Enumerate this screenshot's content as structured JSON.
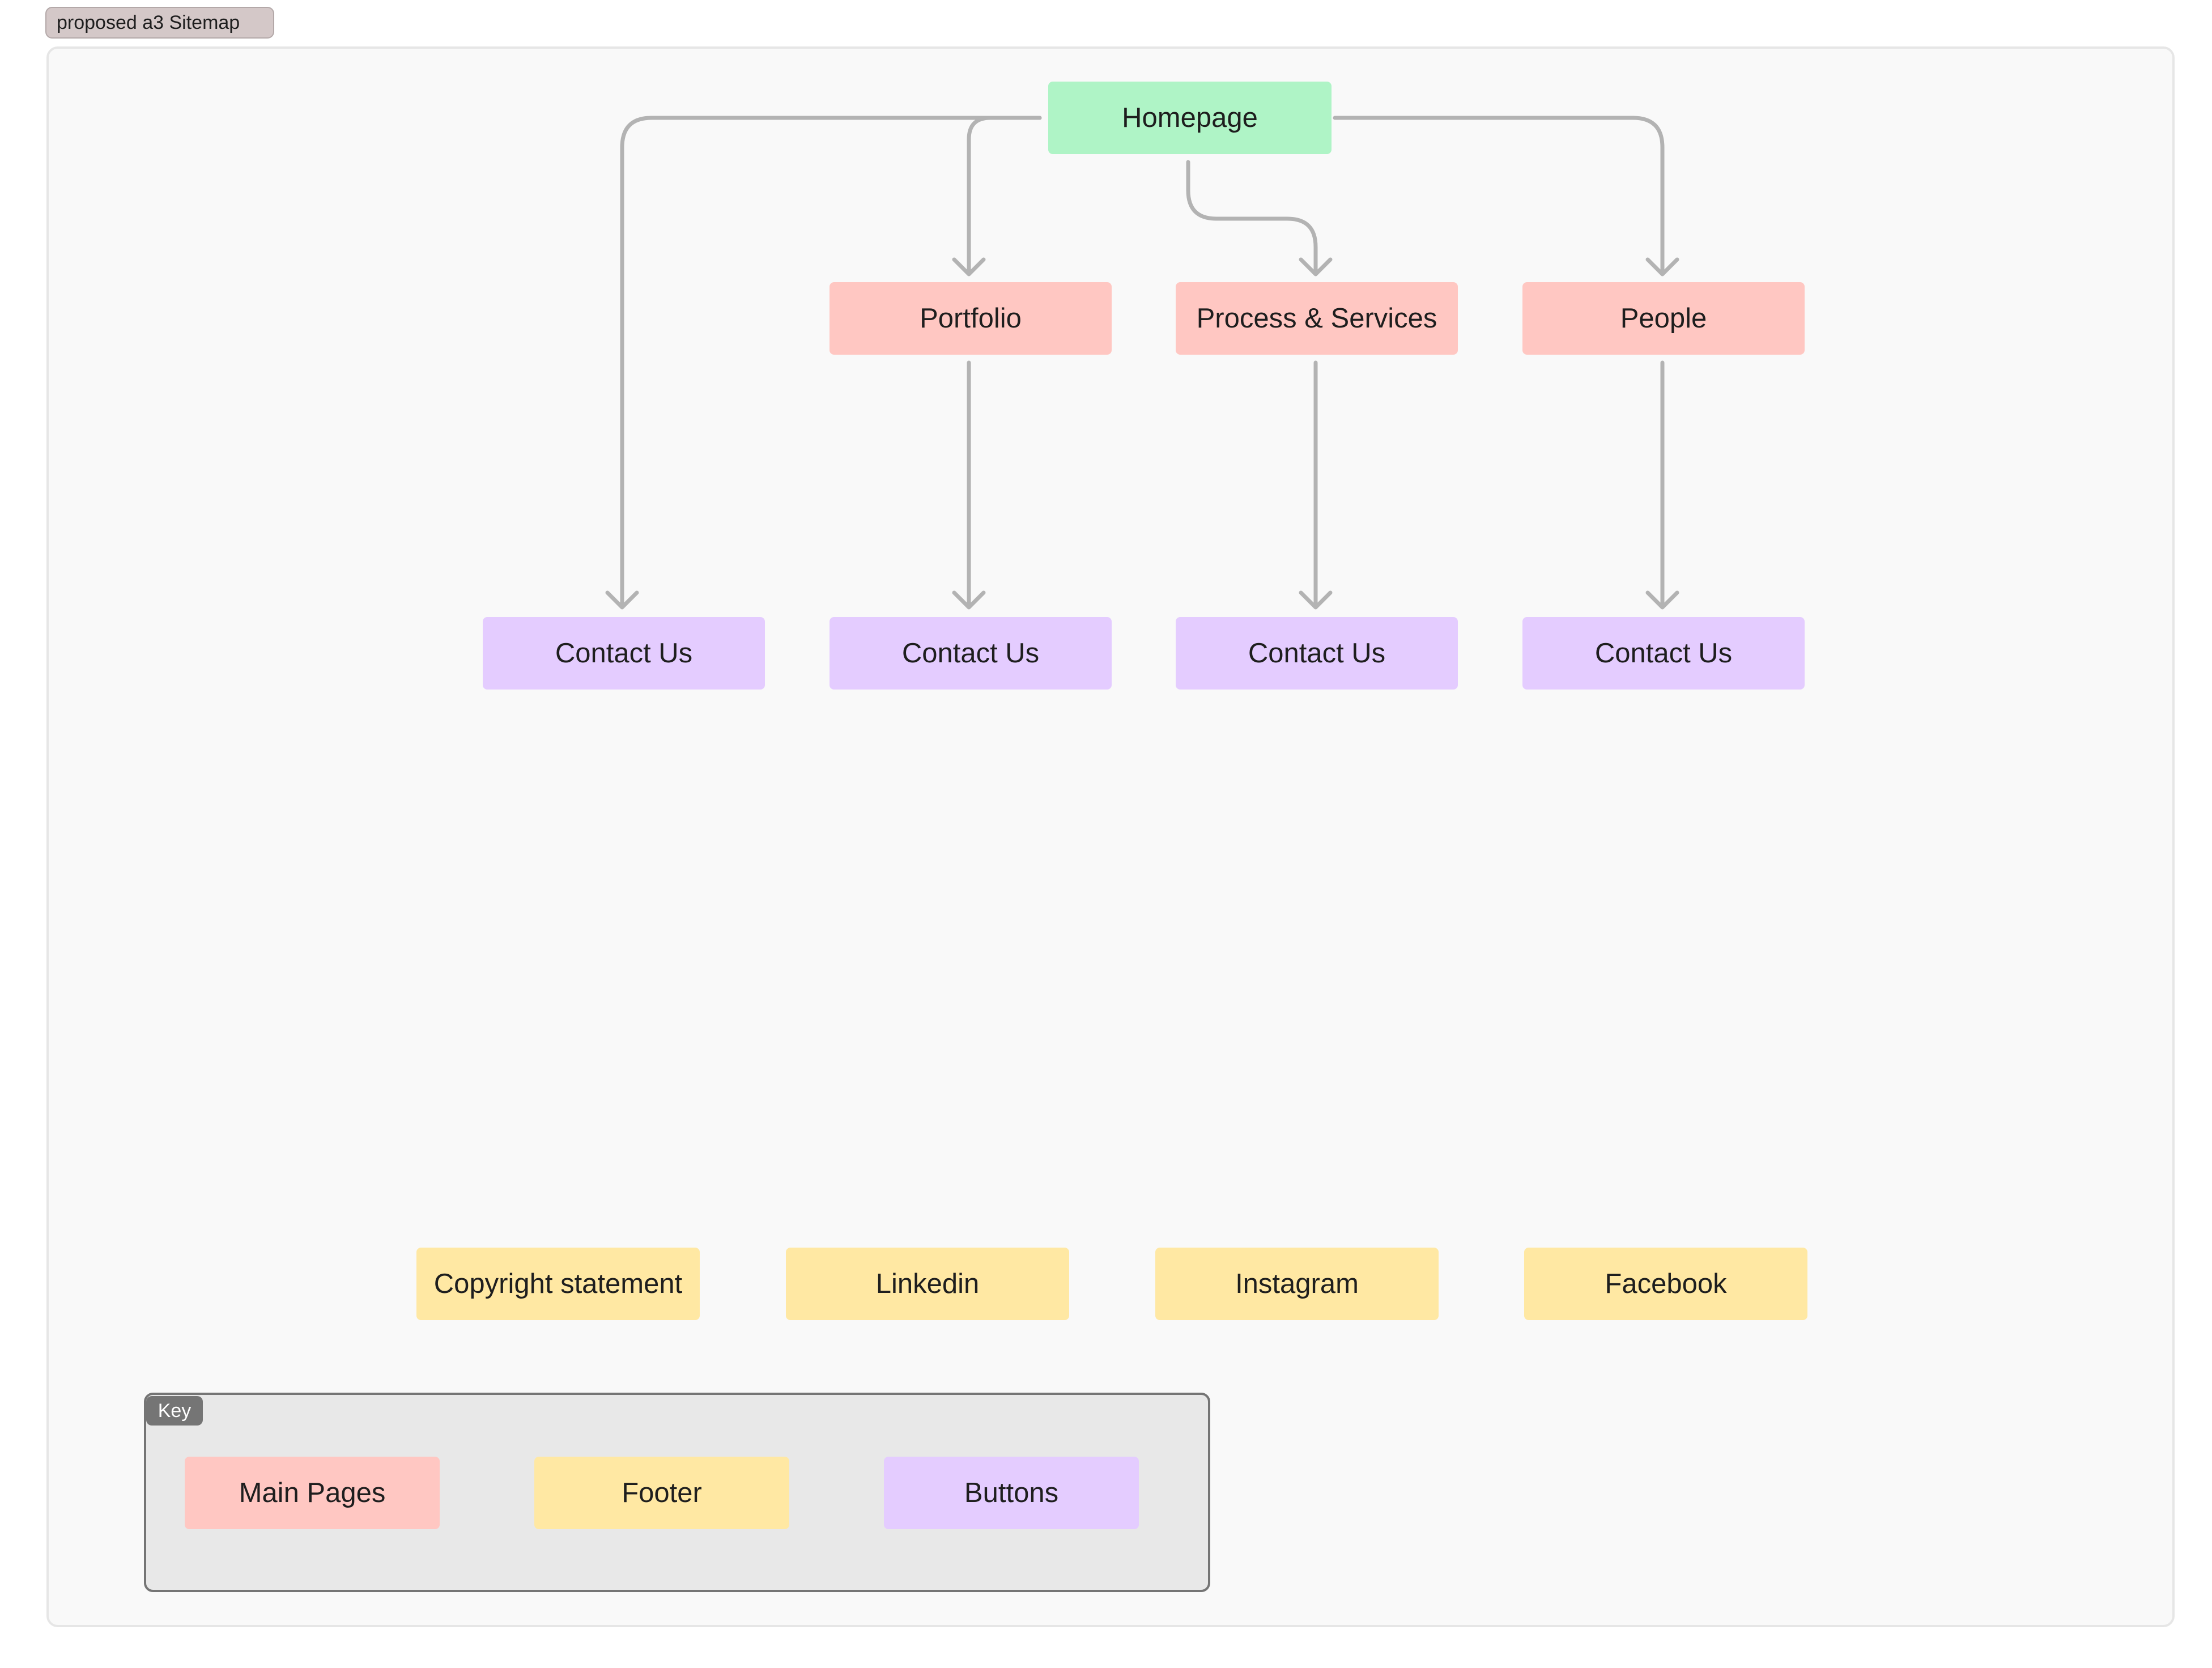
{
  "frame_label": "proposed a3 Sitemap",
  "colors": {
    "homepage": "#aff4c6",
    "main_pages": "#ffc7c2",
    "buttons": "#e4ccff",
    "footer": "#ffe8a3",
    "connector": "#b3b3b3"
  },
  "sitemap": {
    "homepage": "Homepage",
    "main_pages": [
      "Portfolio",
      "Process & Services",
      "People"
    ],
    "buttons": [
      "Contact Us",
      "Contact Us",
      "Contact Us",
      "Contact Us"
    ],
    "footer": [
      "Copyright statement",
      "Linkedin",
      "Instagram",
      "Facebook"
    ]
  },
  "key": {
    "title": "Key",
    "items": [
      "Main Pages",
      "Footer",
      "Buttons"
    ]
  }
}
